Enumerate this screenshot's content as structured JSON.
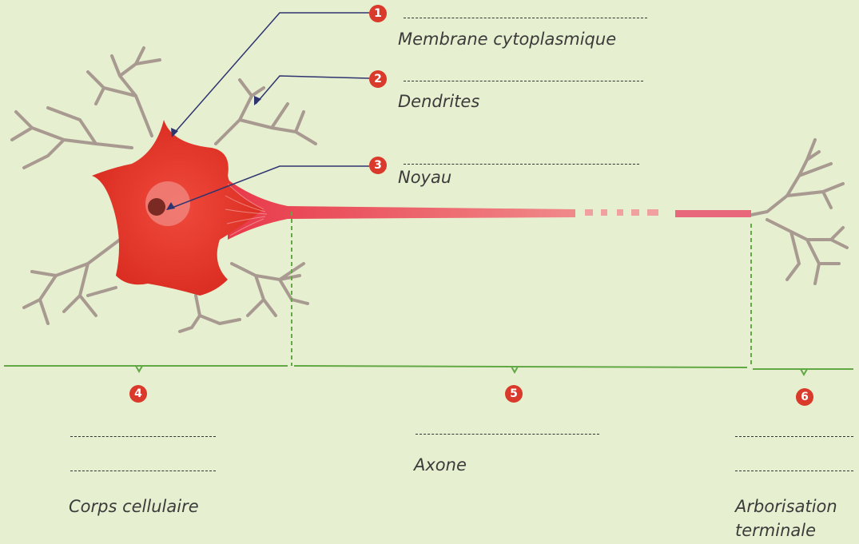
{
  "colors": {
    "background": "#e6efcf",
    "cell_body": "#e5392c",
    "marker": "#d93a2b",
    "bracket": "#62a845",
    "dendrite": "#a89a90",
    "leader_line": "#2e3470"
  },
  "labels": [
    {
      "number": "1",
      "text": "Membrane cytoplasmique"
    },
    {
      "number": "2",
      "text": "Dendrites"
    },
    {
      "number": "3",
      "text": "Noyau"
    },
    {
      "number": "4",
      "text": "Corps cellulaire"
    },
    {
      "number": "5",
      "text": "Axone"
    },
    {
      "number": "6",
      "text": "Arborisation terminale",
      "text_lines": [
        "Arborisation",
        "terminale"
      ]
    }
  ]
}
